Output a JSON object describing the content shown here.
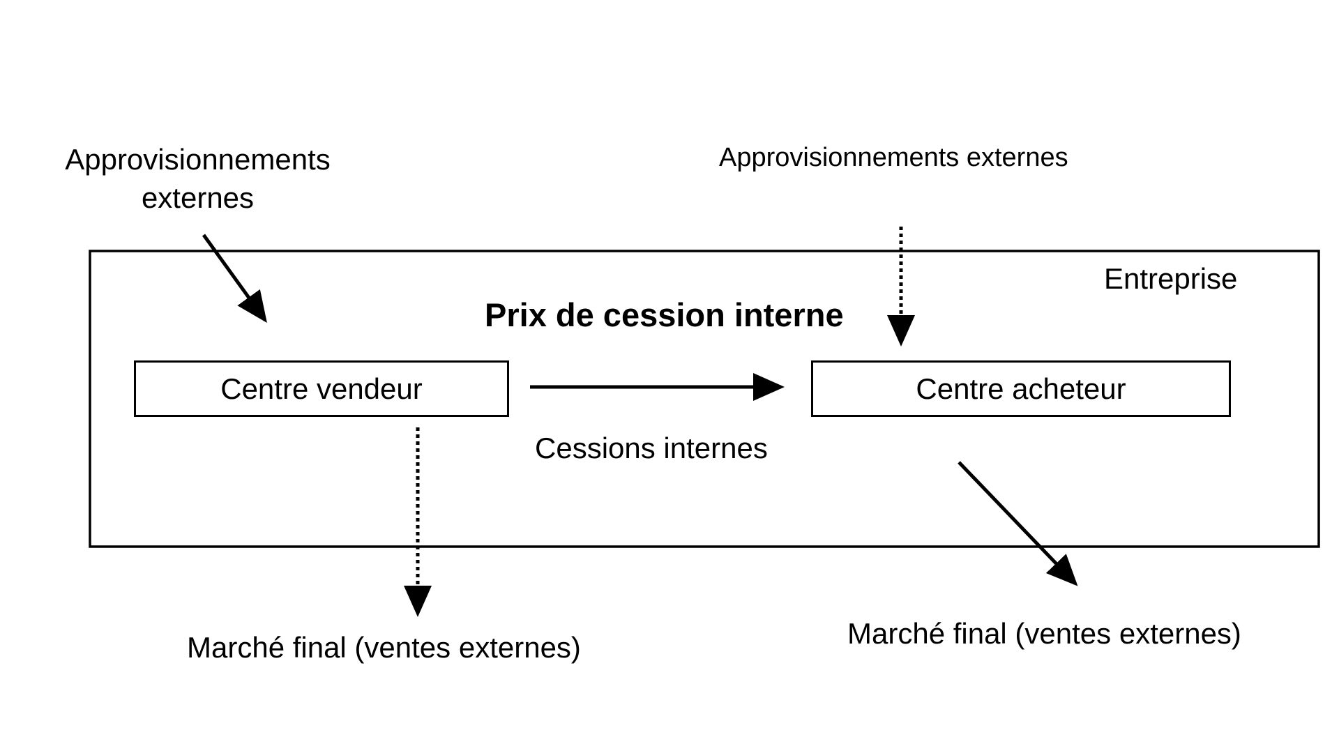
{
  "labels": {
    "supply_left_line1": "Approvisionnements",
    "supply_left_line2": "externes",
    "supply_right": "Approvisionnements externes",
    "enterprise": "Entreprise",
    "title": "Prix de cession interne",
    "seller_center": "Centre vendeur",
    "buyer_center": "Centre acheteur",
    "internal_transfers": "Cessions internes",
    "market_left": "Marché final (ventes externes)",
    "market_right": "Marché final (ventes externes)"
  }
}
